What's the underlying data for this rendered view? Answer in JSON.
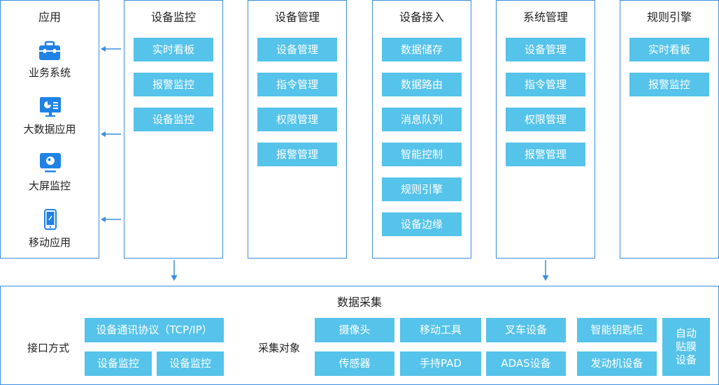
{
  "apps": {
    "title": "应用",
    "items": [
      {
        "label": "业务系统",
        "icon": "toolbox-icon"
      },
      {
        "label": "大数据应用",
        "icon": "presentation-chart-icon"
      },
      {
        "label": "大屏监控",
        "icon": "screen-monitor-icon"
      },
      {
        "label": "移动应用",
        "icon": "mobile-phone-icon"
      }
    ]
  },
  "columns": [
    {
      "title": "设备监控",
      "items": [
        "实时看板",
        "报警监控",
        "设备监控"
      ]
    },
    {
      "title": "设备管理",
      "items": [
        "设备管理",
        "指令管理",
        "权限管理",
        "报警管理"
      ]
    },
    {
      "title": "设备接入",
      "items": [
        "数据储存",
        "数据路由",
        "消息队列",
        "智能控制",
        "规则引擎",
        "设备边缘"
      ]
    },
    {
      "title": "系统管理",
      "items": [
        "设备管理",
        "指令管理",
        "权限管理",
        "报警管理"
      ]
    },
    {
      "title": "规则引擎",
      "items": [
        "实时看板",
        "报警监控"
      ]
    }
  ],
  "collection": {
    "title": "数据采集",
    "interface_label": "接口方式",
    "interface_items": [
      "设备通讯协议（TCP/IP）",
      "设备监控",
      "设备监控"
    ],
    "target_label": "采集对象",
    "targets": [
      "摄像头",
      "移动工具",
      "叉车设备",
      "智能钥匙柜",
      "传感器",
      "手持PAD",
      "ADAS设备",
      "发动机设备",
      "自动贴膜设备"
    ]
  },
  "colors": {
    "border": "#3c8ee0",
    "button": "#55c3ea",
    "arrow": "#3c8ee0",
    "icon": "#1f82e6"
  }
}
